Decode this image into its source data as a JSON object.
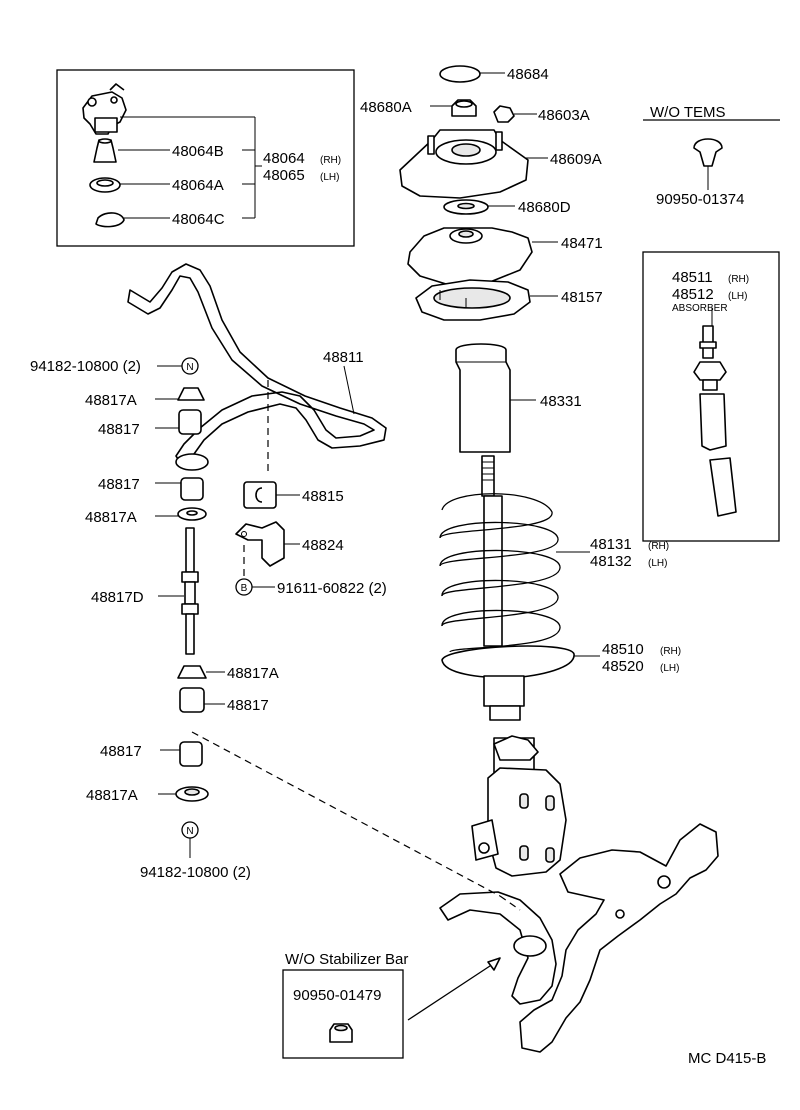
{
  "parts": {
    "p48684": "48684",
    "p48680A": "48680A",
    "p48603A": "48603A",
    "p48609A": "48609A",
    "p48680D": "48680D",
    "p48471": "48471",
    "p48157": "48157",
    "p48331": "48331",
    "p48131": "48131",
    "p48132": "48132",
    "p48510": "48510",
    "p48520": "48520",
    "p48064B": "48064B",
    "p48064A": "48064A",
    "p48064C": "48064C",
    "p48064": "48064",
    "p48065": "48065",
    "p48811": "48811",
    "p94182_top": "94182-10800 (2)",
    "p48817A_1": "48817A",
    "p48817_1": "48817",
    "p48817_2": "48817",
    "p48817A_2": "48817A",
    "p48815": "48815",
    "p48824": "48824",
    "p91611": "91611-60822 (2)",
    "p48817D": "48817D",
    "p48817A_3": "48817A",
    "p48817_3": "48817",
    "p48817_4": "48817",
    "p48817A_4": "48817A",
    "p94182_bot": "94182-10800 (2)",
    "p48511": "48511",
    "p48512": "48512",
    "p90950_01374": "90950-01374",
    "p90950_01479": "90950-01479"
  },
  "suffix": {
    "rh": "(RH)",
    "lh": "(LH)"
  },
  "symbols": {
    "nut_marker": "N",
    "bolt_marker": "B"
  },
  "notes": {
    "wo_tems": "W/O TEMS",
    "absorber": "ABSORBER",
    "wo_stabilizer": "W/O Stabilizer Bar",
    "diagram_code": "MC D415-B"
  }
}
